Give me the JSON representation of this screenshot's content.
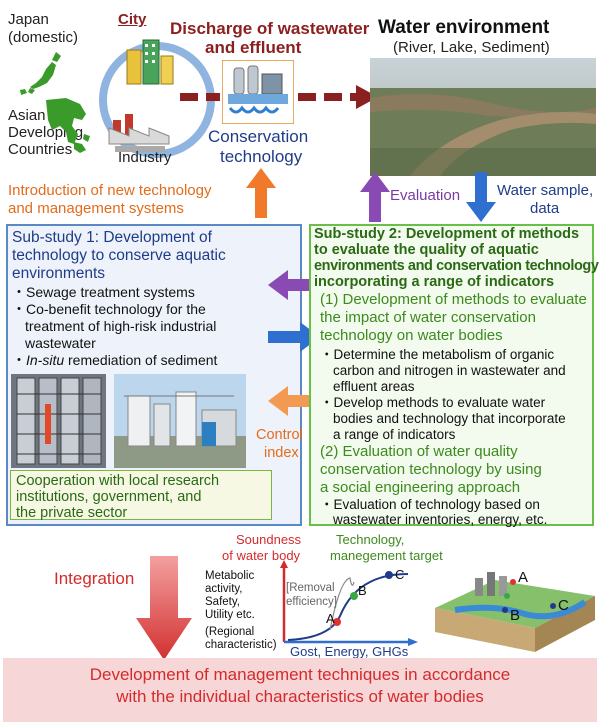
{
  "top": {
    "japan": "Japan",
    "domestic": "(domestic)",
    "asian1": "Asian",
    "asian2": "Developing",
    "asian3": "Countries",
    "city": "City",
    "industry": "Industry",
    "discharge1": "Discharge of wastewater",
    "discharge2": "and effluent",
    "conservation1": "Conservation",
    "conservation2": "technology",
    "water_env": "Water environment",
    "water_env_sub": "(River, Lake, Sediment)"
  },
  "middle": {
    "intro1": "Introduction of new technology",
    "intro2": "and management systems",
    "evaluation": "Evaluation",
    "sample1": "Water sample,",
    "sample2": "data"
  },
  "sub1": {
    "title1": "Sub-study 1: Development of",
    "title2": "technology to conserve aquatic",
    "title3": "environments",
    "b1": "Sewage treatment systems",
    "b2a": "Co-benefit technology for the",
    "b2b": "treatment of high-risk industrial",
    "b2c": "wastewater",
    "b3_italic": "In-situ",
    "b3_rest": " remediation of sediment",
    "coop1": "Cooperation with local research",
    "coop2": "institutions, government, and",
    "coop3": "the private sector"
  },
  "control": {
    "l1": "Control",
    "l2": "index"
  },
  "sub2": {
    "title1": "Sub-study 2: Development of methods",
    "title2": "to evaluate the quality of aquatic",
    "title3": "environments and conservation technology",
    "title4": "incorporating a range of indicators",
    "h1a": "(1) Development of methods to evaluate",
    "h1b": "the impact of water conservation",
    "h1c": "technology on water bodies",
    "p1a": "Determine the metabolism of organic",
    "p1b": "carbon and nitrogen in wastewater and",
    "p1c": "effluent areas",
    "p2a": "Develop methods to evaluate water",
    "p2b": "bodies and technology that incorporate",
    "p2c": "a range of indicators",
    "h2a": "(2) Evaluation of water quality",
    "h2b": "conservation technology by using",
    "h2c": "a social engineering approach",
    "p3a": "Evaluation of technology based on",
    "p3b": "wastewater inventories, energy, etc."
  },
  "integration": {
    "label": "Integration",
    "soundness1": "Soundness",
    "soundness2": "of water body",
    "target1": "Technology,",
    "target2": "manegement target",
    "meta1": "Metabolic",
    "meta2": "activity,",
    "meta3": "Safety,",
    "meta4": "Utility etc.",
    "regional1": "(Regional",
    "regional2": "characteristic)",
    "removal1": "[Removal",
    "removal2": "efficiency]",
    "xaxis": "Gost, Energy, GHGs",
    "pA": "A",
    "pB": "B",
    "pC": "C"
  },
  "bottom": {
    "l1": "Development of management techniques in accordance",
    "l2": "with the individual characteristics of water bodies"
  },
  "colors": {
    "brown": "#8b2020",
    "orange": "#e36c1c",
    "navy": "#1f3c88",
    "green": "#3d8b1f",
    "purple": "#7a3aa0",
    "red": "#d32b2b"
  }
}
